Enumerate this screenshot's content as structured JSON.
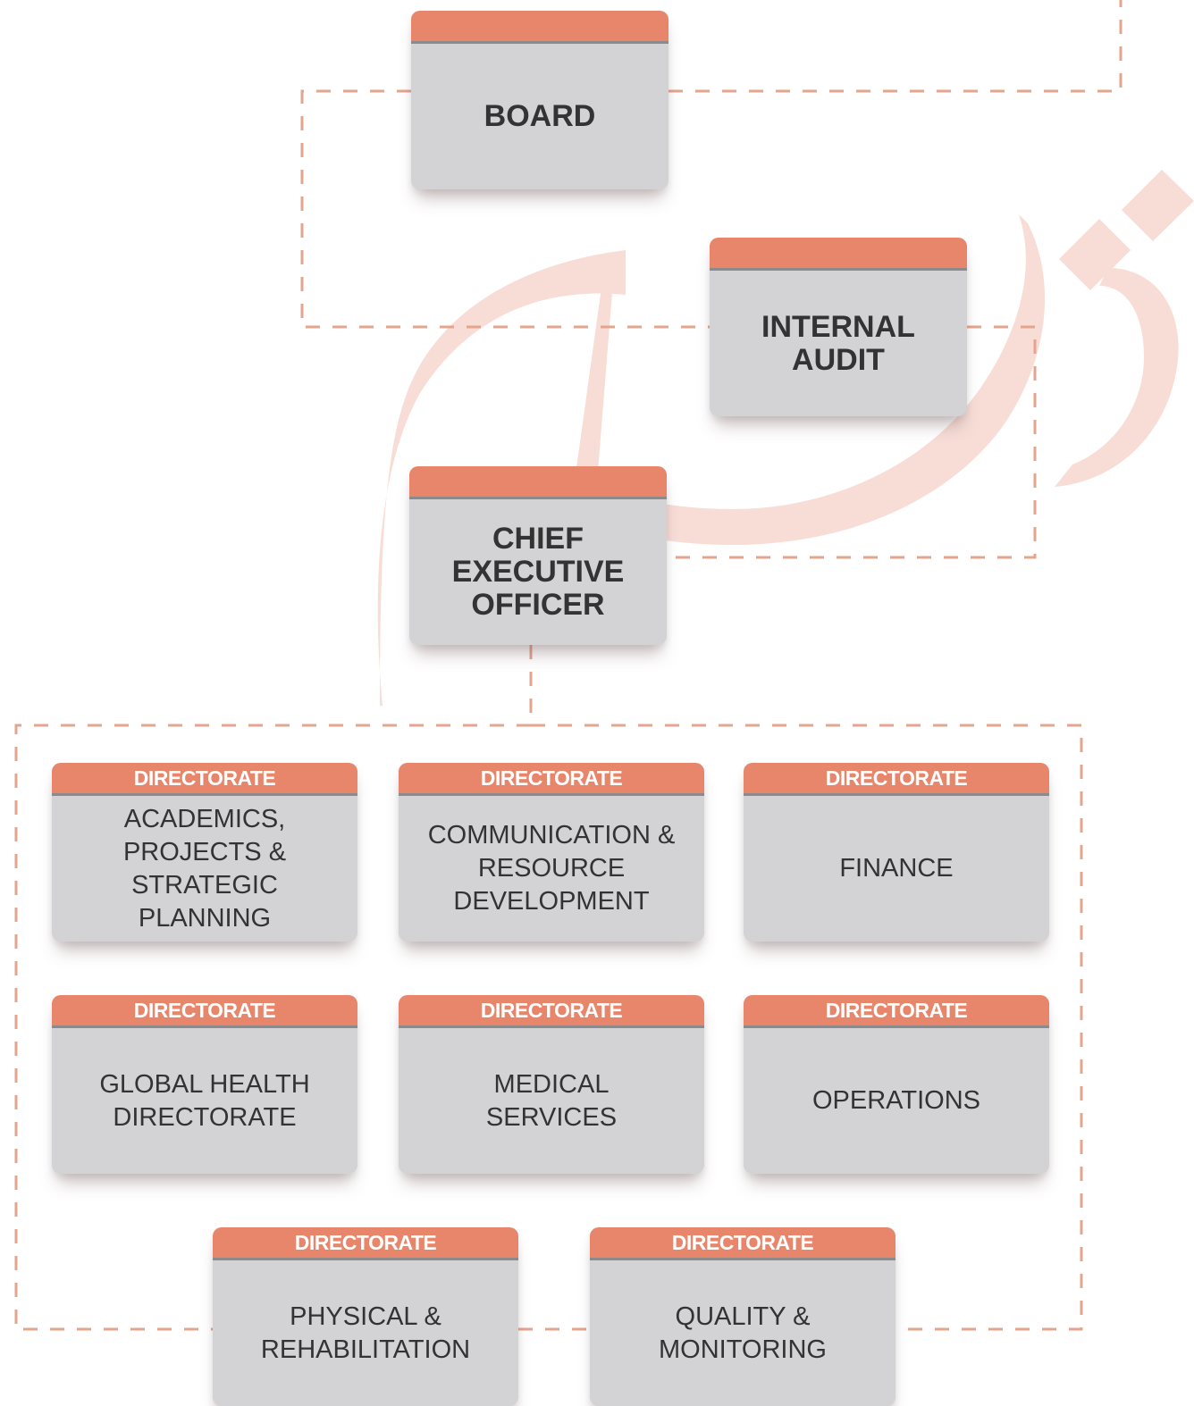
{
  "accent_color": "#e8866b",
  "card_color": "#d3d3d5",
  "line_color": "#e3a58e",
  "watermark_color": "#f7ddd6",
  "watermark_name": "calligraphy-watermark",
  "board": {
    "title": "BOARD"
  },
  "internal_audit": {
    "title": "INTERNAL AUDIT"
  },
  "ceo": {
    "title": "CHIEF EXECUTIVE OFFICER"
  },
  "directorates": [
    {
      "header": "DIRECTORATE",
      "name": "ACADEMICS, PROJECTS & STRATEGIC PLANNING"
    },
    {
      "header": "DIRECTORATE",
      "name": "COMMUNICATION & RESOURCE DEVELOPMENT"
    },
    {
      "header": "DIRECTORATE",
      "name": "FINANCE"
    },
    {
      "header": "DIRECTORATE",
      "name": "GLOBAL HEALTH DIRECTORATE"
    },
    {
      "header": "DIRECTORATE",
      "name": "MEDICAL SERVICES"
    },
    {
      "header": "DIRECTORATE",
      "name": "OPERATIONS"
    },
    {
      "header": "DIRECTORATE",
      "name": "PHYSICAL & REHABILITATION"
    },
    {
      "header": "DIRECTORATE",
      "name": "QUALITY & MONITORING"
    }
  ]
}
